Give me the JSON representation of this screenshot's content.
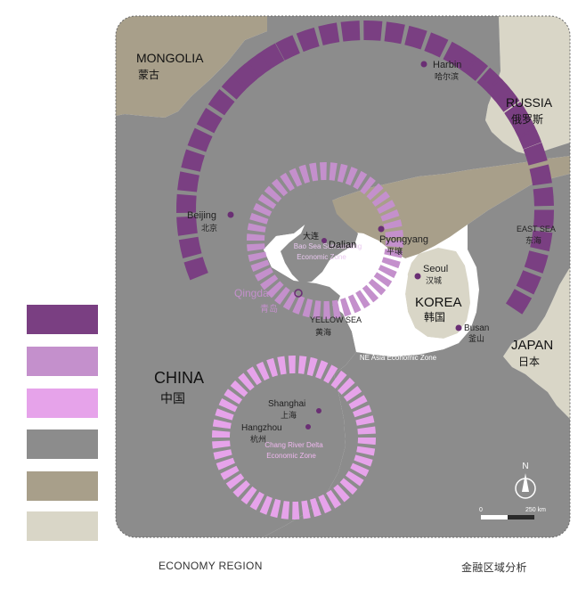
{
  "countries": [
    {
      "en": "MONGOLIA",
      "zh": "蒙古"
    },
    {
      "en": "RUSSIA",
      "zh": "俄罗斯"
    },
    {
      "en": "KOREA",
      "zh": "韩国"
    },
    {
      "en": "JAPAN",
      "zh": "日本"
    },
    {
      "en": "CHINA",
      "zh": "中国"
    }
  ],
  "cities": [
    {
      "en": "Harbin",
      "zh": "哈尔滨"
    },
    {
      "en": "Beijing",
      "zh": "北京"
    },
    {
      "en": "Dalian",
      "zh": "大连"
    },
    {
      "en": "Pyongyang",
      "zh": "平壤"
    },
    {
      "en": "Seoul",
      "zh": "汉城"
    },
    {
      "en": "Busan",
      "zh": "釜山"
    },
    {
      "en": "Qingdao",
      "zh": "青岛"
    },
    {
      "en": "Shanghai",
      "zh": "上海"
    },
    {
      "en": "Hangzhou",
      "zh": "杭州"
    }
  ],
  "seas": [
    {
      "en": "EAST SEA",
      "zh": "东海"
    },
    {
      "en": "YELLOW SEA",
      "zh": "黄海"
    }
  ],
  "zones": [
    {
      "label": "NE Asia Economic Zone",
      "color": "#7a3f82"
    },
    {
      "label_line1": "Bao Sea Surrounding",
      "label_line2": "Economic Zone",
      "color": "#c490cc"
    },
    {
      "label_line1": "Chang River Delta",
      "label_line2": "Economic Zone",
      "color": "#e6a3ea"
    }
  ],
  "legend": [
    {
      "color": "#7a3f82"
    },
    {
      "color": "#c490cc"
    },
    {
      "color": "#e6a3ea"
    },
    {
      "color": "#8c8c8c"
    },
    {
      "color": "#a89f8a"
    },
    {
      "color": "#d9d6c7"
    }
  ],
  "compass": {
    "label": "N"
  },
  "scale": {
    "min_label": "0",
    "max_label": "250 km"
  },
  "footer": {
    "left": "ECONOMY REGION",
    "right": "金融区域分析"
  }
}
